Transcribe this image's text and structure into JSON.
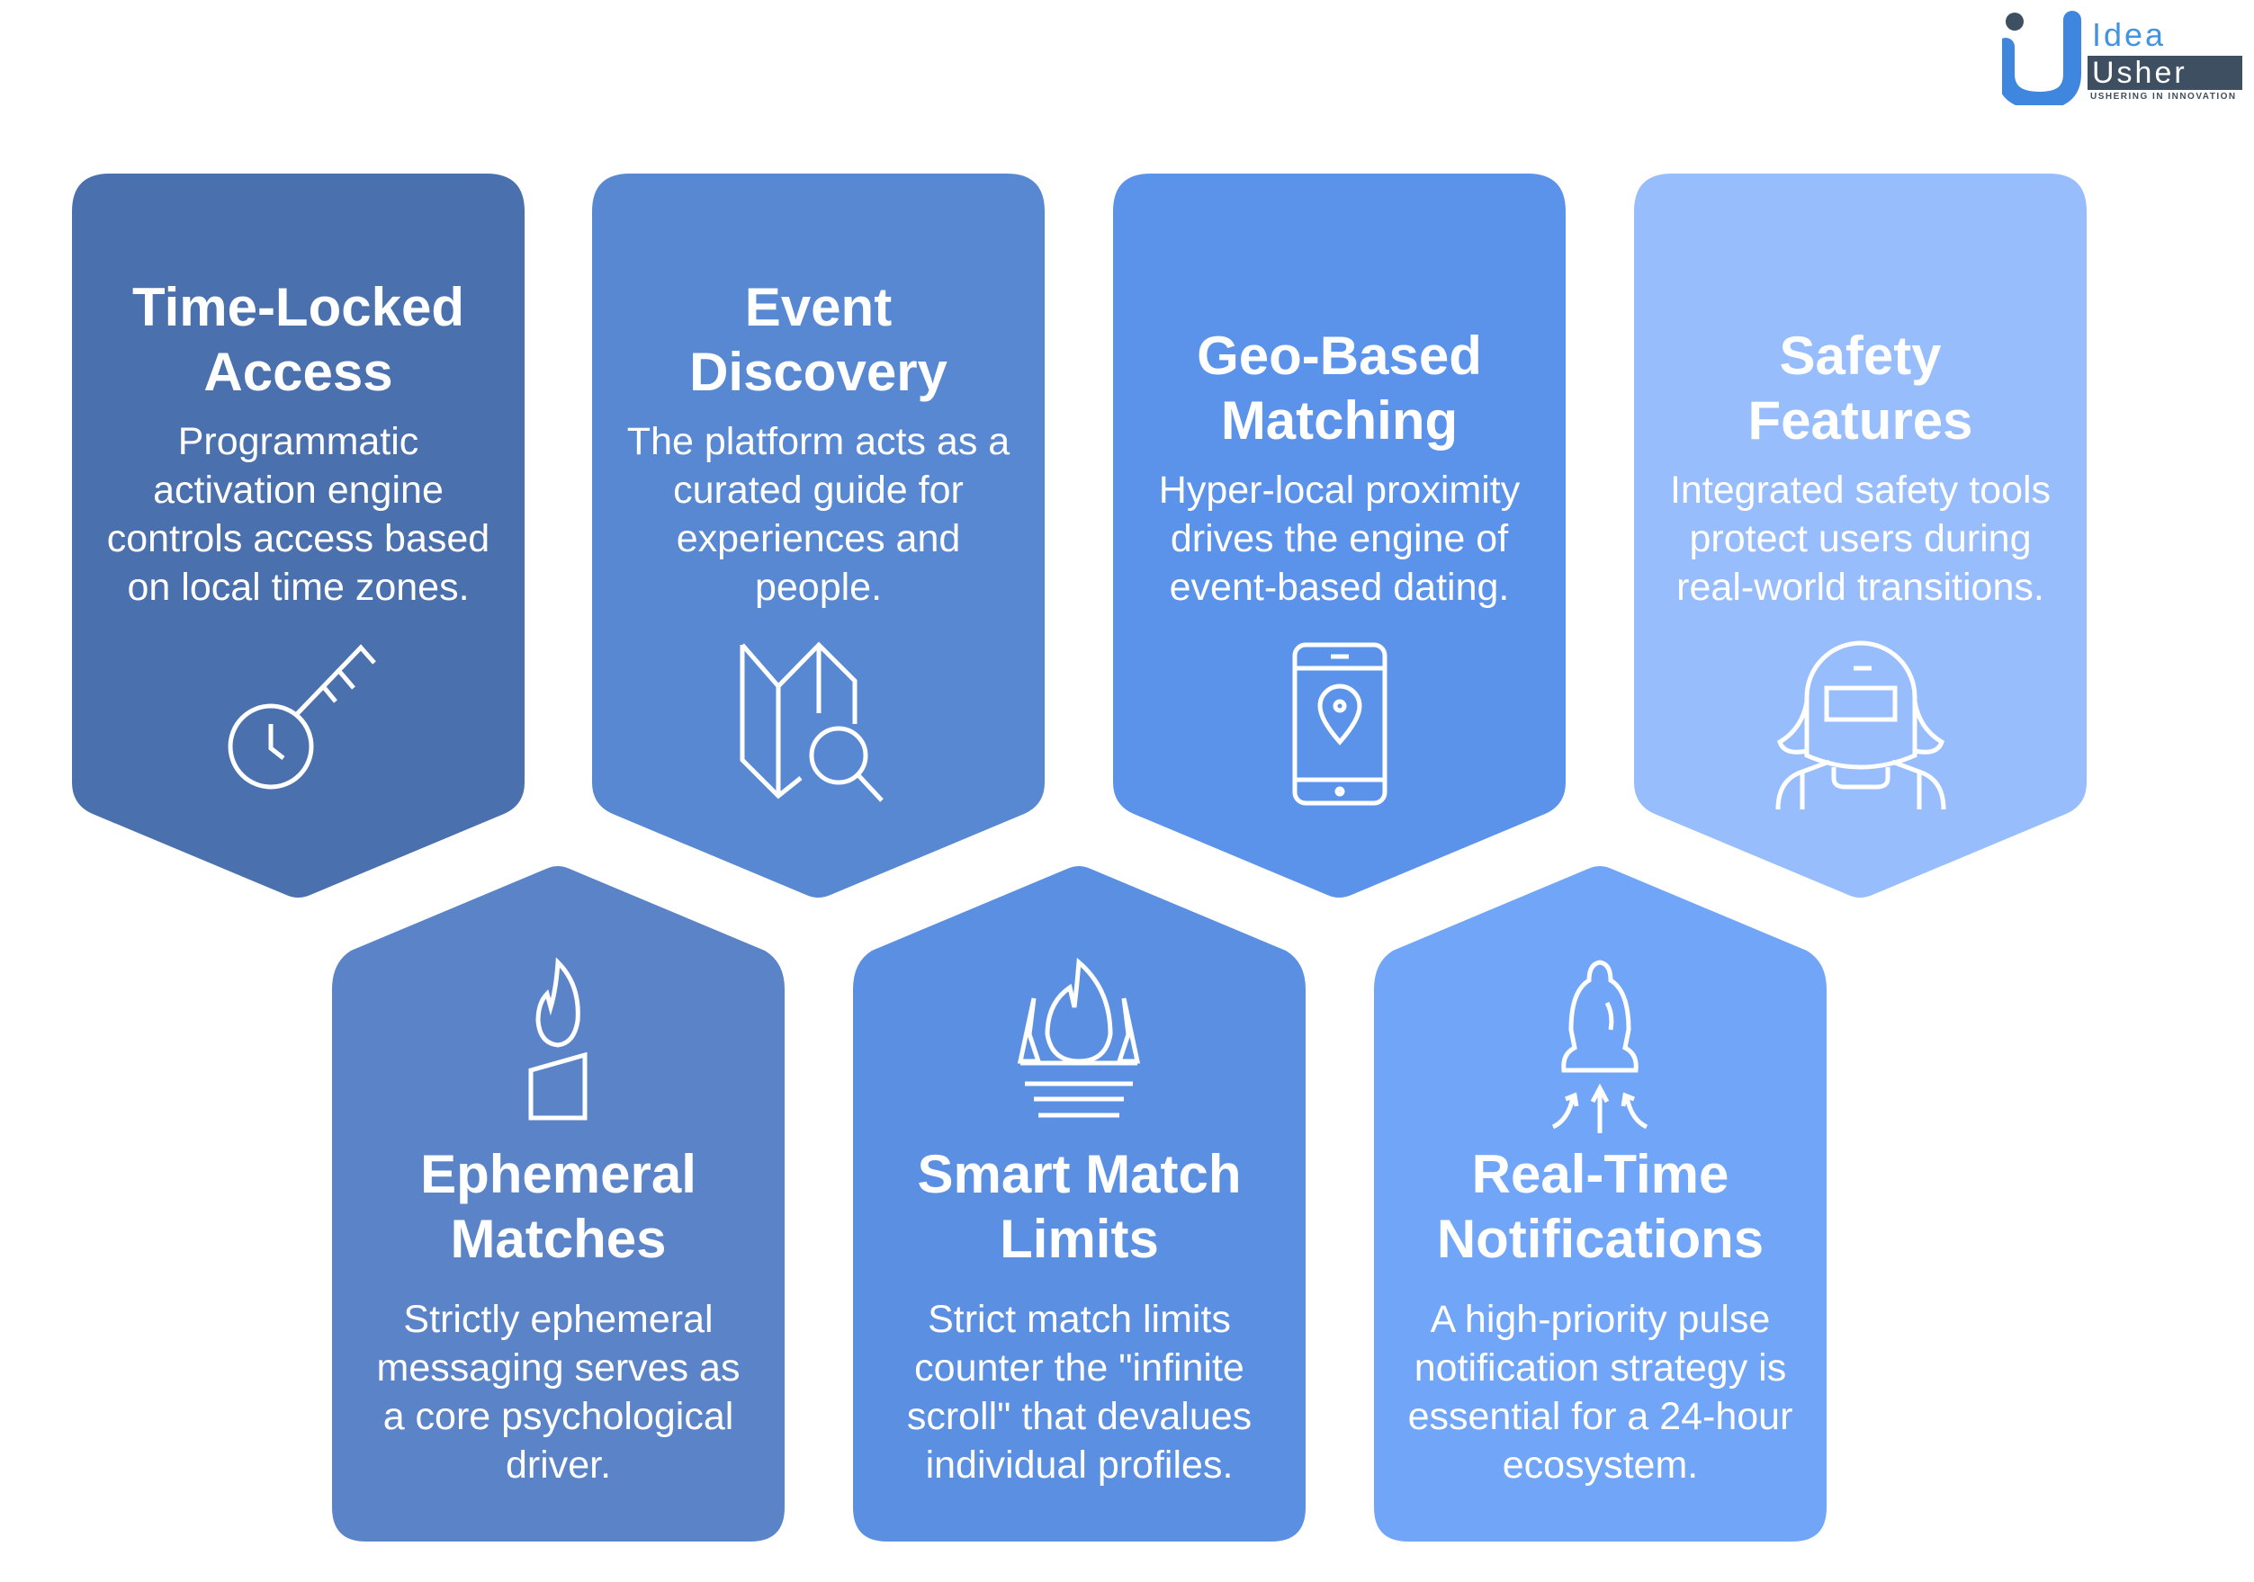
{
  "logo": {
    "line1": "Idea",
    "line2": "Usher",
    "tagline": "USHERING IN INNOVATION"
  },
  "colors": {
    "time_locked": "#4a70ad",
    "event_discovery": "#5888d1",
    "geo_based": "#5b93eb",
    "safety": "#97bdfc",
    "ephemeral": "#5b83c7",
    "smart_match": "#5b8fe2",
    "real_time": "#71a5f7"
  },
  "cards_top": [
    {
      "title": "Time-Locked Access",
      "body": "Programmatic activation engine controls access based on local time zones.",
      "icon": "clock-key-icon"
    },
    {
      "title": "Event Discovery",
      "body": "The platform acts as a curated guide for experiences and people.",
      "icon": "map-search-icon"
    },
    {
      "title": "Geo-Based Matching",
      "body": "Hyper-local proximity drives the engine of event-based dating.",
      "icon": "phone-location-icon"
    },
    {
      "title": "Safety Features",
      "body": "Integrated safety tools protect users during real-world transitions.",
      "icon": "welding-helmet-icon"
    }
  ],
  "cards_bottom": [
    {
      "title": "Ephemeral Matches",
      "body": "Strictly ephemeral messaging serves as a core psychological driver.",
      "icon": "candle-icon"
    },
    {
      "title": "Smart Match Limits",
      "body": "Strict match limits counter the \"infinite scroll\" that devalues individual profiles.",
      "icon": "fire-pit-icon"
    },
    {
      "title": "Real-Time Notifications",
      "body": "A high-priority pulse notification strategy is essential for a 24-hour ecosystem.",
      "icon": "pulse-alert-icon"
    }
  ]
}
